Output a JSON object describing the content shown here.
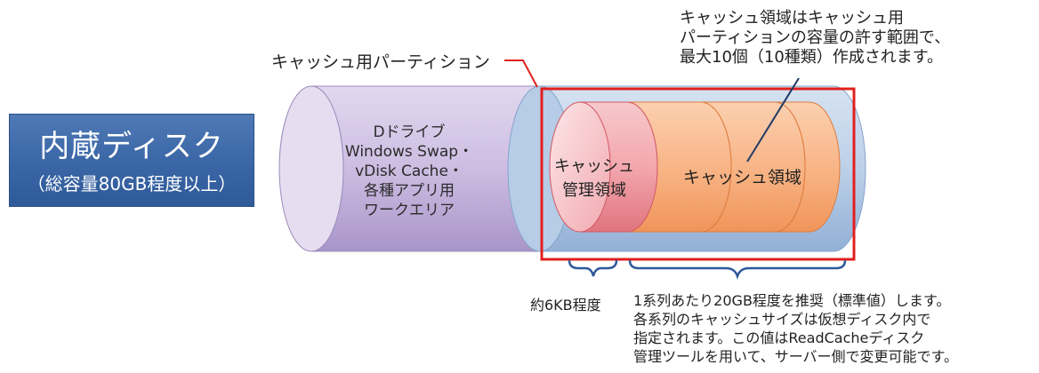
{
  "internal_disk": {
    "title": "内蔵ディスク",
    "subtitle": "（総容量80GB程度以上）"
  },
  "partition_label": "キャッシュ用パーティション",
  "cache_note_lines": [
    "キャッシュ領域はキャッシュ用",
    "パーティションの容量の許す範囲で、",
    "最大10個（10種類）作成されます。"
  ],
  "d_drive_lines": [
    "Dドライブ",
    "Windows Swap・",
    "vDisk Cache・",
    "各種アプリ用",
    "ワークエリア"
  ],
  "management_area": [
    "キャッシュ",
    "管理領域"
  ],
  "cache_area": "キャッシュ領域",
  "management_size": "約6KB程度",
  "recommendation_lines": [
    "1系列あたり20GB程度を推奨（標準値）します。",
    "各系列のキャッシュサイズは仮想ディスク内で",
    "指定されます。この値はReadCacheディスク",
    "管理ツールを用いて、サーバー側で変更可能です。"
  ],
  "colors": {
    "disk_box": "#3a66a6",
    "d_drive_cylinder": "#c9b7df",
    "partition_cylinder": "#b9cde6",
    "management_cylinder": "#f4a3aa",
    "cache_cylinder": "#f6a76b",
    "highlight_border": "#e02020",
    "brace": "#2f5a99"
  }
}
